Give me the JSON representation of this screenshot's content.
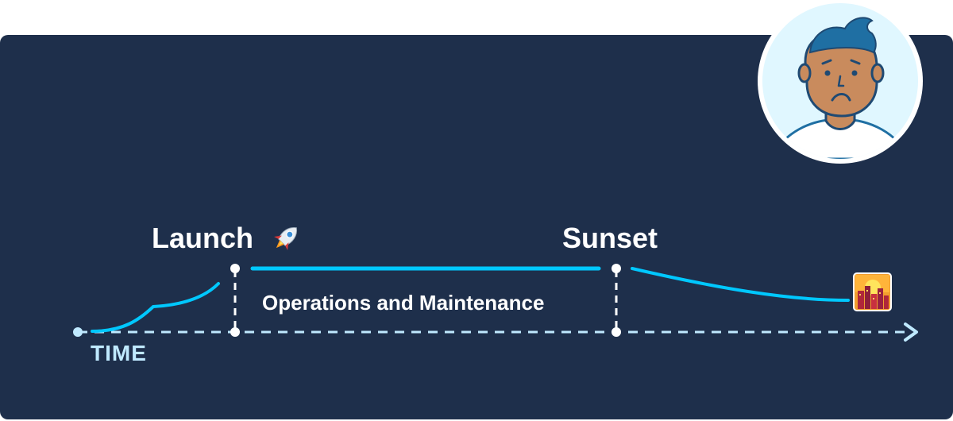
{
  "diagram": {
    "axis_label": "TIME",
    "phases": [
      {
        "label": "Operations and Maintenance"
      }
    ],
    "milestones": [
      {
        "label": "Launch",
        "icon": "rocket-icon"
      },
      {
        "label": "Sunset",
        "icon": "sunset-city-icon"
      }
    ],
    "avatar": {
      "icon": "worried-person-icon",
      "mood": "worried"
    }
  },
  "colors": {
    "background": "#1e2f4b",
    "line": "#00c8ff",
    "axis": "#bfe9ff",
    "text": "#ffffff",
    "avatar_circle": "#e0f7ff",
    "skin": "#c98b5d",
    "hair": "#1f6fa3"
  }
}
